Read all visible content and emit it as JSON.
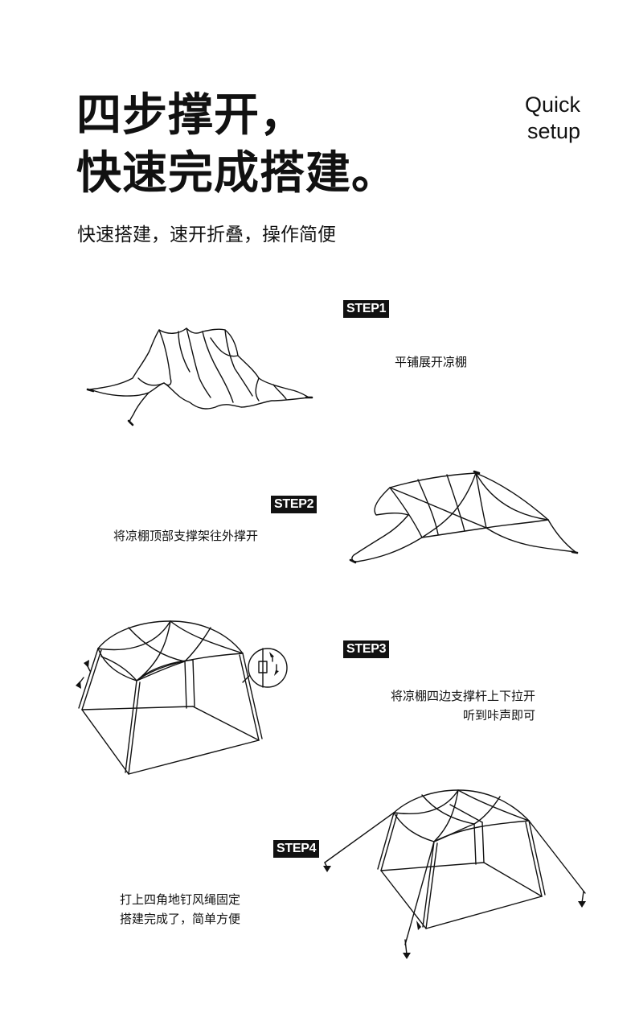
{
  "headline": {
    "line1": "四步撑开，",
    "line2": "快速完成搭建。"
  },
  "quick_setup": {
    "line1": "Quick",
    "line2": "setup"
  },
  "subtitle": "快速搭建，速开折叠，操作简便",
  "steps": [
    {
      "badge": "STEP1",
      "lines": [
        "平铺展开凉棚"
      ]
    },
    {
      "badge": "STEP2",
      "lines": [
        "将凉棚顶部支撑架往外撑开"
      ]
    },
    {
      "badge": "STEP3",
      "lines": [
        "将凉棚四边支撑杆上下拉开",
        "听到咔声即可"
      ]
    },
    {
      "badge": "STEP4",
      "lines": [
        "打上四角地钉风绳固定",
        "搭建完成了，简单方便"
      ]
    }
  ]
}
